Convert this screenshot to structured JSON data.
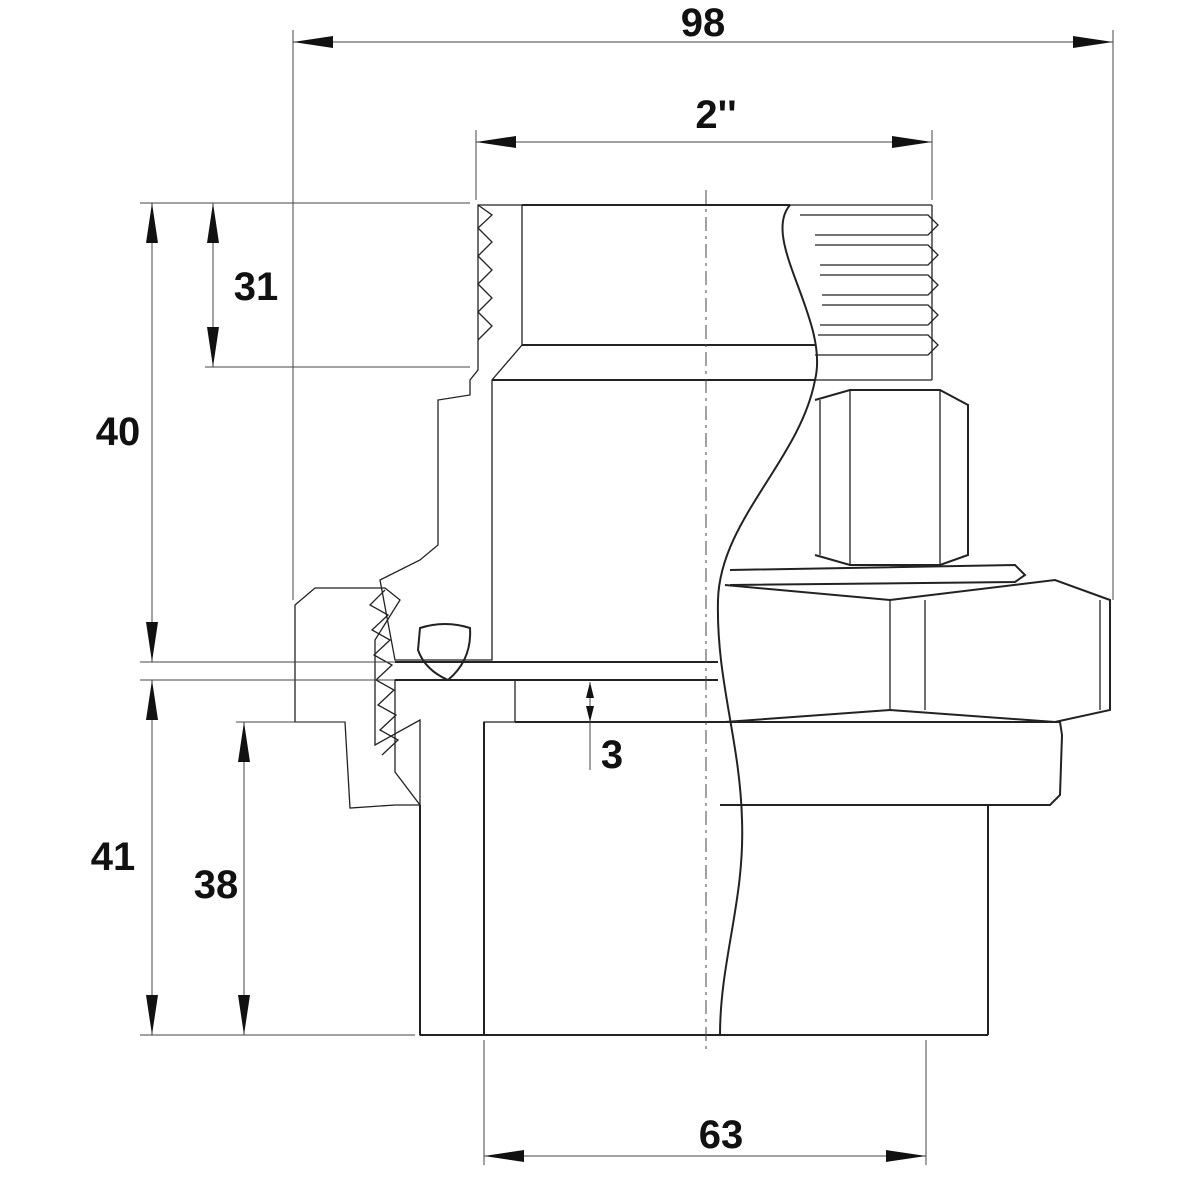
{
  "drawing": {
    "subject": "threaded union fitting, half-section",
    "dimensions": {
      "overall_width": "98",
      "thread_size": "2''",
      "thread_length": "31",
      "upper_height": "40",
      "lower_height": "41",
      "socket_depth": "38",
      "gap": "3",
      "socket_diameter": "63"
    }
  }
}
